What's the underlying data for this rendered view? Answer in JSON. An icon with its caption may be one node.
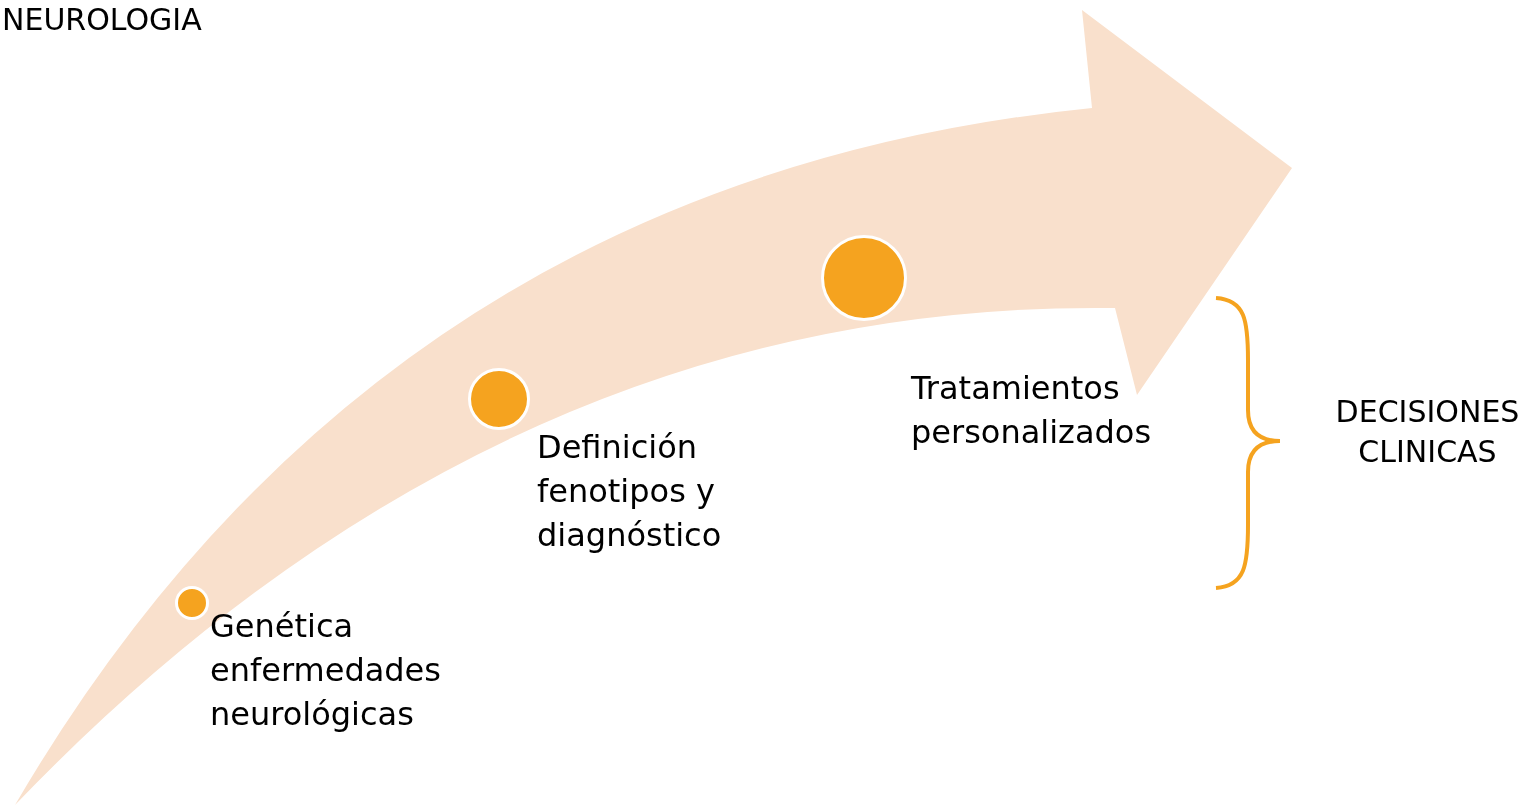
{
  "diagram": {
    "title": "NEUROLOGIA",
    "nodes": [
      {
        "text": [],
        "shape": "circle",
        "beside": [
          "Genética enfermedades neurológicas"
        ]
      },
      {
        "text": [],
        "shape": "circle",
        "beside": [
          "Definición fenotipos y diagnóstico"
        ]
      },
      {
        "text": [],
        "shape": "circle",
        "beside": [
          "Tratamientos personalizados"
        ]
      }
    ],
    "edges": [],
    "labels": [
      "DECISIONES CLINICAS"
    ]
  }
}
